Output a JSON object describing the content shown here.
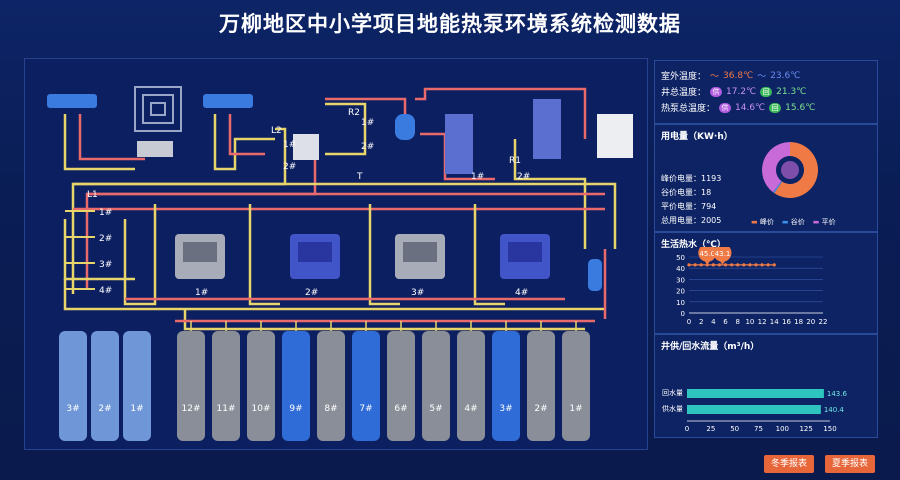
{
  "title": "万柳地区中小学项目地能热泵环境系统检测数据",
  "temps": {
    "outdoor_label": "室外温度：",
    "outdoor_high": "36.8℃",
    "outdoor_low": "23.6℃",
    "well_label": "井总温度：",
    "well_supply_tag": "供",
    "well_supply": "17.2℃",
    "well_return_tag": "回",
    "well_return": "21.3℃",
    "pump_label": "热泵总温度：",
    "pump_supply_tag": "供",
    "pump_supply": "14.6℃",
    "pump_return_tag": "回",
    "pump_return": "15.6℃"
  },
  "power": {
    "title": "用电量（KW·h）",
    "peak": "峰价电量：1193",
    "valley": "谷价电量：18",
    "flat": "平价电量：794",
    "total": "总用电量：2005",
    "legend": [
      "峰价",
      "谷价",
      "平价"
    ],
    "slices": [
      {
        "name": "峰价",
        "value": 1193,
        "color": "#f07a45"
      },
      {
        "name": "谷价",
        "value": 18,
        "color": "#3a8ee8"
      },
      {
        "name": "平价",
        "value": 794,
        "color": "#c86ad8"
      }
    ]
  },
  "hotwater": {
    "title": "生活热水（℃）",
    "chart_data": {
      "type": "line",
      "x": [
        0,
        1,
        2,
        3,
        4,
        5,
        6,
        7,
        8,
        9,
        10,
        11,
        12,
        13,
        14
      ],
      "values": [
        43,
        43,
        43,
        43,
        43,
        43,
        43,
        43,
        43,
        43,
        43,
        43,
        43,
        43,
        43
      ],
      "annotations": [
        {
          "x": 3,
          "label": "45.0"
        },
        {
          "x": 5.5,
          "label": "43.1"
        }
      ],
      "xticks": [
        "0",
        "2",
        "4",
        "6",
        "8",
        "10",
        "12",
        "14",
        "16",
        "18",
        "20",
        "22"
      ],
      "yticks": [
        "0",
        "10",
        "20",
        "30",
        "40",
        "50"
      ],
      "xlim": [
        0,
        22
      ],
      "ylim": [
        0,
        50
      ]
    }
  },
  "waterflow": {
    "title": "井供/回水流量（m³/h）",
    "chart_data": {
      "type": "bar",
      "categories": [
        "回水量",
        "供水量"
      ],
      "values": [
        143.6,
        140.4
      ],
      "value_labels": [
        "143.6",
        "140.4"
      ],
      "xticks": [
        "0",
        "25",
        "50",
        "75",
        "100",
        "125",
        "150"
      ],
      "xlim": [
        0,
        150
      ]
    }
  },
  "diagram": {
    "L2": "L2",
    "R2": "R2",
    "R1": "R1",
    "L1": "L1",
    "T": "T",
    "tag_1": "1#",
    "tag_2": "2#",
    "tag_3": "3#",
    "tag_4": "4#",
    "left_tanks": [
      "3#",
      "2#",
      "1#"
    ],
    "right_tanks": [
      "12#",
      "11#",
      "10#",
      "9#",
      "8#",
      "7#",
      "6#",
      "5#",
      "4#",
      "3#",
      "2#",
      "1#"
    ],
    "blue_tanks": [
      3,
      5,
      9
    ]
  },
  "buttons": {
    "winter": "冬季报表",
    "summer": "夏季报表"
  }
}
